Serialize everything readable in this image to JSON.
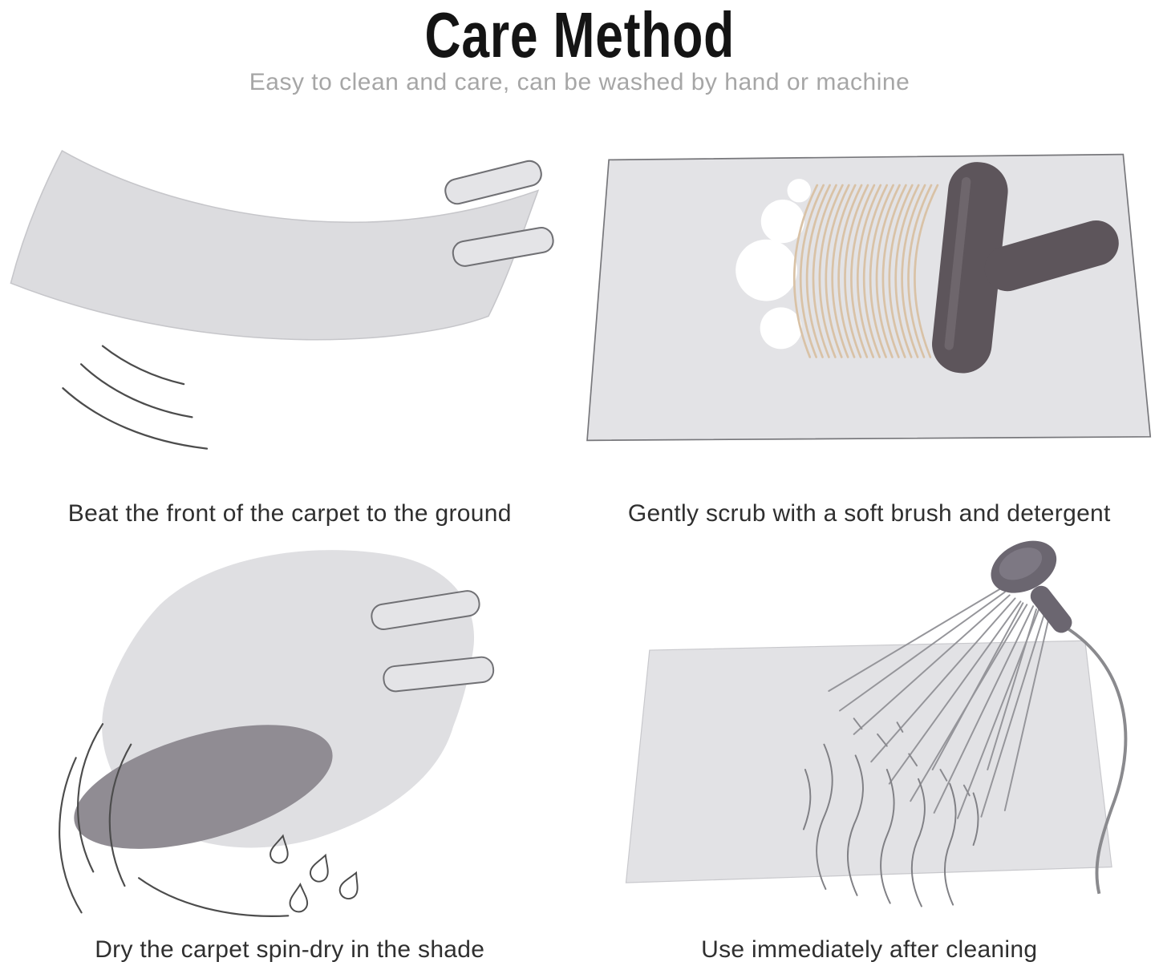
{
  "header": {
    "title": "Care Method",
    "subtitle": "Easy to clean and care, can be washed by hand or machine"
  },
  "steps": [
    {
      "id": "beat",
      "icon": "carpet-beating",
      "caption": "Beat the front of the carpet to the ground"
    },
    {
      "id": "scrub",
      "icon": "brush-scrub",
      "caption": "Gently scrub with a soft brush and detergent"
    },
    {
      "id": "dry",
      "icon": "spin-dry",
      "caption": "Dry the carpet spin-dry in the shade"
    },
    {
      "id": "rinse",
      "icon": "shower-rinse",
      "caption": "Use immediately after cleaning"
    }
  ],
  "colors": {
    "background": "#ffffff",
    "title_text": "#141414",
    "subtitle_text": "#a6a6a6",
    "caption_text": "#2f2f2f",
    "carpet_light": "#dedee1",
    "carpet_outline": "#77777b",
    "carpet_cap_dark": "#8f8b93",
    "brush_body": "#5d555b",
    "bristle_tan": "#d9c2a6",
    "foam_white": "#ffffff",
    "line_grey": "#4c4c4c"
  }
}
